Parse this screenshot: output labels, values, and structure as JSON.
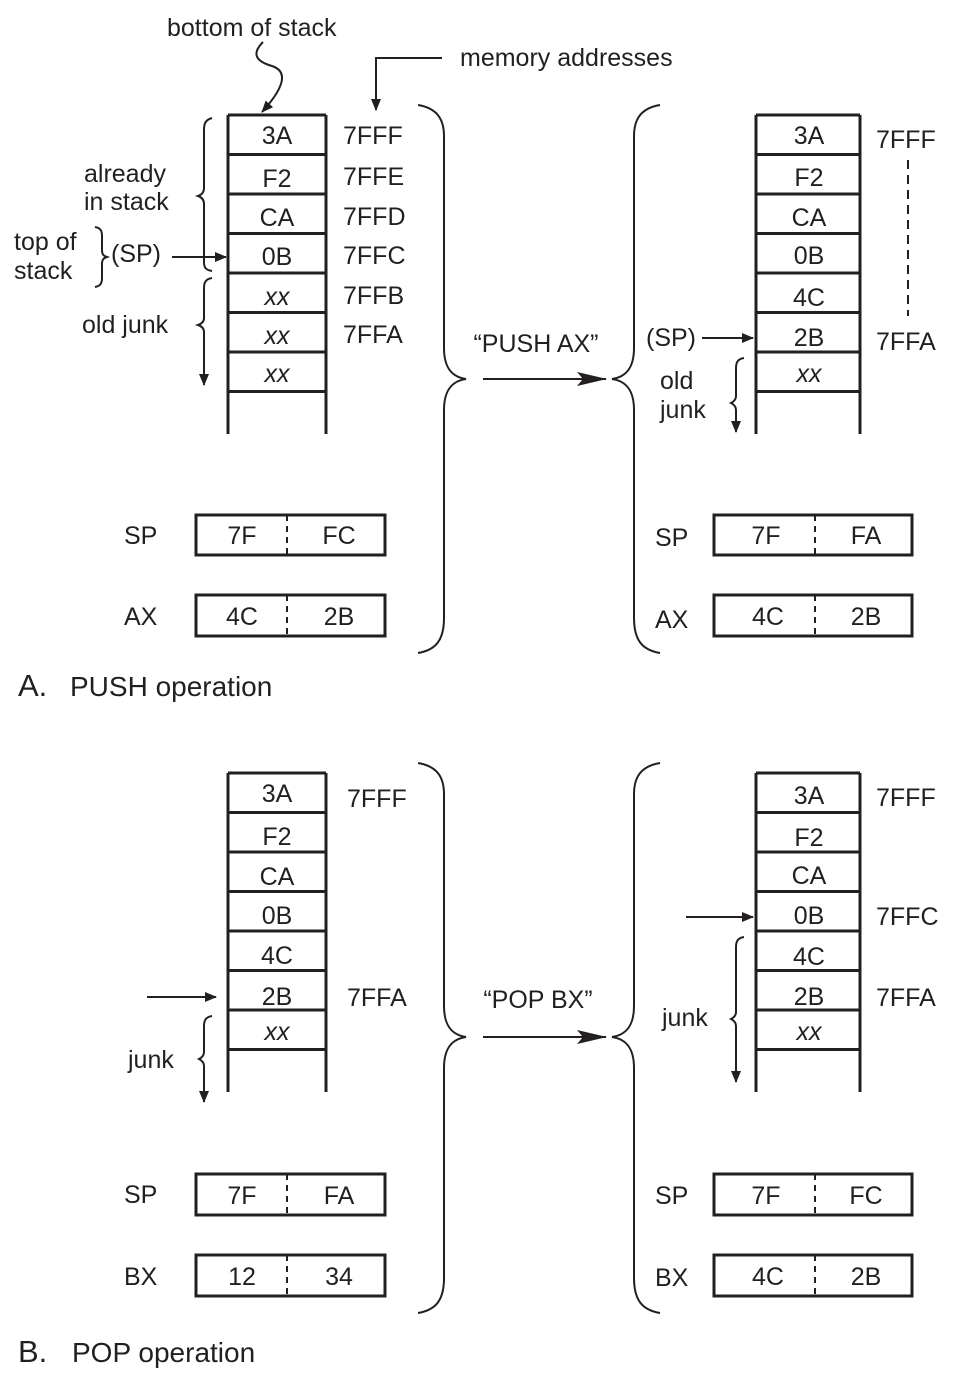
{
  "figure": {
    "panels": [
      {
        "id": "push",
        "caption_letter": "A.",
        "caption_text": "PUSH operation",
        "instruction": "“PUSH AX”",
        "before": {
          "stack": [
            "3A",
            "F2",
            "CA",
            "0B",
            "xx",
            "xx",
            "xx"
          ],
          "addresses": [
            "7FFF",
            "7FFE",
            "7FFD",
            "7FFC",
            "7FFB",
            "7FFA"
          ],
          "sp_index": 3,
          "sp_arrow_label": "(SP)",
          "annotations": {
            "bottom_of_stack": "bottom of stack",
            "memory_addresses": "memory addresses",
            "already_in_stack": [
              "already",
              "in stack"
            ],
            "top_of_stack": [
              "top of",
              "stack"
            ],
            "old_junk": "old junk"
          },
          "registers": [
            {
              "name": "SP",
              "high": "7F",
              "low": "FC"
            },
            {
              "name": "AX",
              "high": "4C",
              "low": "2B"
            }
          ]
        },
        "after": {
          "stack": [
            "3A",
            "F2",
            "CA",
            "0B",
            "4C",
            "2B",
            "xx"
          ],
          "addresses": [
            {
              "index": 0,
              "value": "7FFF"
            },
            {
              "index": 5,
              "value": "7FFA"
            }
          ],
          "sp_index": 5,
          "sp_arrow_label": "(SP)",
          "annotations": {
            "old_junk": [
              "old",
              "junk"
            ]
          },
          "registers": [
            {
              "name": "SP",
              "high": "7F",
              "low": "FA"
            },
            {
              "name": "AX",
              "high": "4C",
              "low": "2B"
            }
          ]
        }
      },
      {
        "id": "pop",
        "caption_letter": "B.",
        "caption_text": "POP operation",
        "instruction": "“POP BX”",
        "before": {
          "stack": [
            "3A",
            "F2",
            "CA",
            "0B",
            "4C",
            "2B",
            "xx"
          ],
          "addresses": [
            {
              "index": 0,
              "value": "7FFF"
            },
            {
              "index": 5,
              "value": "7FFA"
            }
          ],
          "sp_index": 5,
          "annotations": {
            "junk": "junk"
          },
          "registers": [
            {
              "name": "SP",
              "high": "7F",
              "low": "FA"
            },
            {
              "name": "BX",
              "high": "12",
              "low": "34"
            }
          ]
        },
        "after": {
          "stack": [
            "3A",
            "F2",
            "CA",
            "0B",
            "4C",
            "2B",
            "xx"
          ],
          "addresses": [
            {
              "index": 0,
              "value": "7FFF"
            },
            {
              "index": 3,
              "value": "7FFC"
            },
            {
              "index": 5,
              "value": "7FFA"
            }
          ],
          "sp_index": 3,
          "annotations": {
            "junk": "junk"
          },
          "registers": [
            {
              "name": "SP",
              "high": "7F",
              "low": "FC"
            },
            {
              "name": "BX",
              "high": "4C",
              "low": "2B"
            }
          ]
        }
      }
    ]
  }
}
